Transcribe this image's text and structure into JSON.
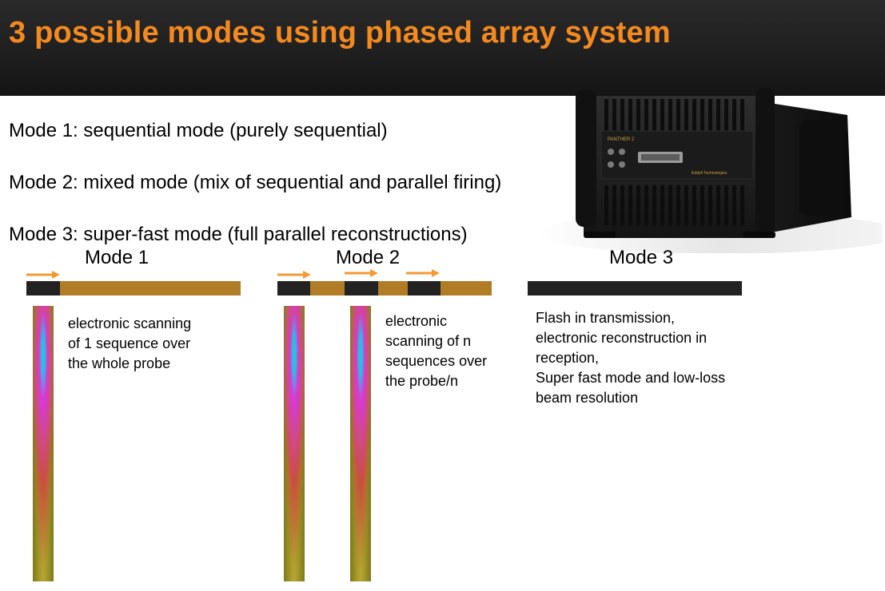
{
  "title": "3 possible modes using phased array system",
  "modes": [
    "Mode 1: sequential mode (purely sequential)",
    "Mode 2: mixed mode (mix of sequential and parallel firing)",
    "Mode 3: super-fast mode (full parallel reconstructions)"
  ],
  "device": {
    "brand_label": "PANTHER 2",
    "maker_label": "Eddyfi Technologies"
  },
  "columns": {
    "mode1": {
      "label": "Mode 1",
      "description": [
        "electronic scanning",
        "of 1 sequence over",
        "the whole probe"
      ]
    },
    "mode2": {
      "label": "Mode 2",
      "description": [
        "electronic",
        "scanning of n",
        "sequences over",
        "the probe/n"
      ]
    },
    "mode3": {
      "label": "Mode 3",
      "description": [
        "Flash in transmission,",
        "electronic reconstruction in",
        "reception,",
        "Super fast mode and low-loss",
        "beam resolution"
      ]
    }
  },
  "colors": {
    "title": "#f48a1f",
    "header_bg": "#1e1e1e",
    "bar_gold": "#b07c26",
    "bar_dark": "#222222",
    "arrow": "#f39a35"
  }
}
